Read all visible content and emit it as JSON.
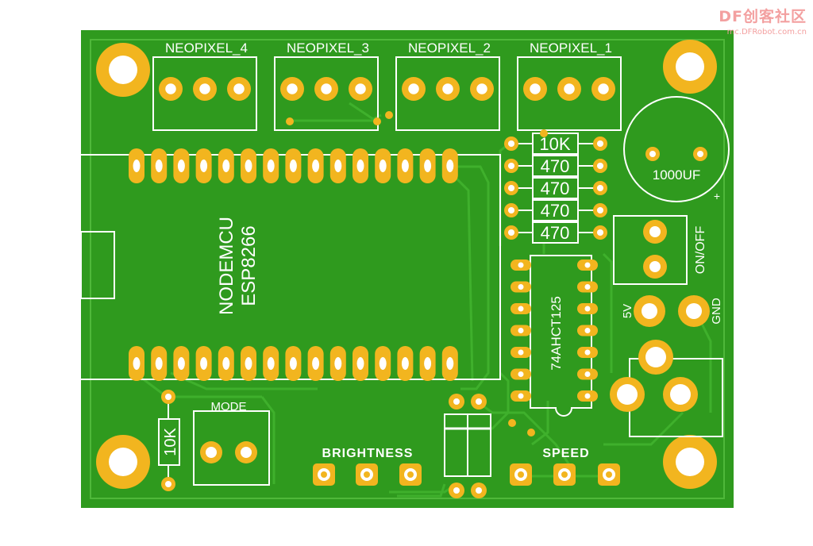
{
  "watermark": {
    "title": "DF创客社区",
    "url": "mc.DFRobot.com.cn"
  },
  "colors": {
    "board": "#2f9a1e",
    "board_edge": "#1f7a12",
    "trace": "#37a826",
    "copper": "#f2b51f",
    "silk": "#ffffff"
  },
  "connectors": [
    {
      "label": "NEOPIXEL_4"
    },
    {
      "label": "NEOPIXEL_3"
    },
    {
      "label": "NEOPIXEL_2"
    },
    {
      "label": "NEOPIXEL_1"
    }
  ],
  "module": {
    "line1": "NODEMCU",
    "line2": "ESP8266"
  },
  "resistors": [
    "10K",
    "470",
    "470",
    "470",
    "470"
  ],
  "capacitor": {
    "label": "1000UF",
    "polarity": "+"
  },
  "ic": {
    "label": "74AHCT125"
  },
  "switch": {
    "label": "ON/OFF"
  },
  "power": {
    "vcc": "5V",
    "gnd": "GND"
  },
  "mode": {
    "label": "MODE",
    "resistor": "10K"
  },
  "pots": {
    "brightness": "BRIGHTNESS",
    "speed": "SPEED"
  }
}
